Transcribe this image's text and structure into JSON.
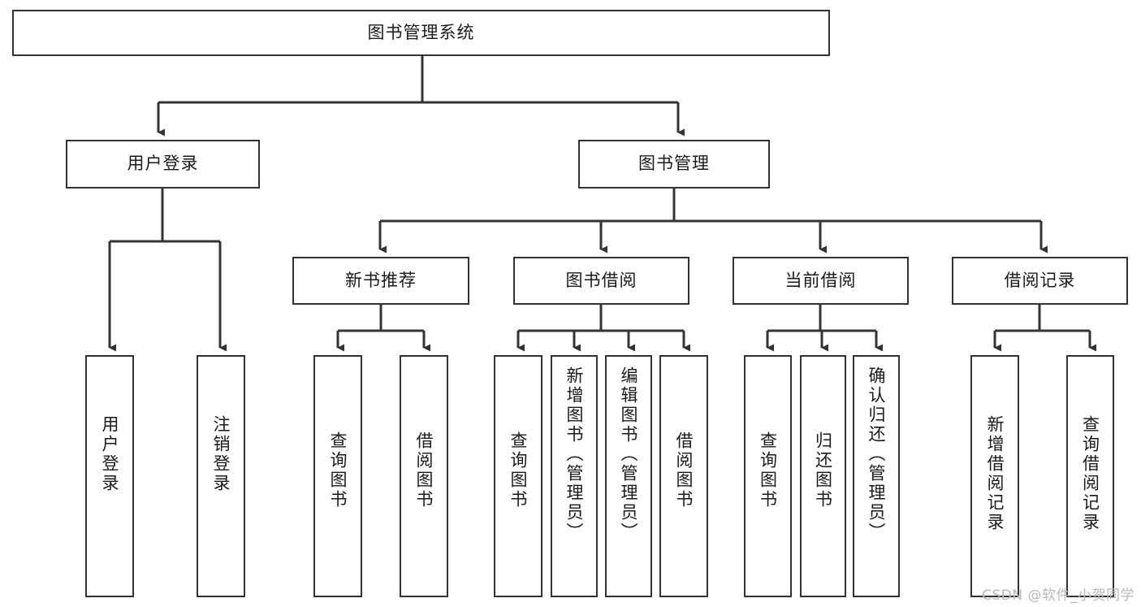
{
  "diagram": {
    "title": "图书管理系统",
    "type": "tree-hierarchy",
    "background_color": "#ffffff",
    "line_color": "#333333",
    "box_fill": "#ffffff",
    "root": {
      "label": "图书管理系统"
    },
    "level2": [
      {
        "label": "用户登录"
      },
      {
        "label": "图书管理"
      }
    ],
    "level3": [
      {
        "label": "新书推荐"
      },
      {
        "label": "图书借阅"
      },
      {
        "label": "当前借阅"
      },
      {
        "label": "借阅记录"
      }
    ],
    "leaves": {
      "user_login": [
        {
          "label": "用户登录"
        },
        {
          "label": "注销登录"
        }
      ],
      "new_book_recommend": [
        {
          "label": "查询图书"
        },
        {
          "label": "借阅图书"
        }
      ],
      "book_borrow": [
        {
          "label": "查询图书"
        },
        {
          "label": "新增图书（管理员）"
        },
        {
          "label": "编辑图书（管理员）"
        },
        {
          "label": "借阅图书"
        }
      ],
      "current_borrow": [
        {
          "label": "查询图书"
        },
        {
          "label": "归还图书"
        },
        {
          "label": "确认归还（管理员）"
        }
      ],
      "borrow_record": [
        {
          "label": "新增借阅记录"
        },
        {
          "label": "查询借阅记录"
        }
      ]
    }
  },
  "watermark": {
    "text": "CSDN @软件_小贺同学"
  }
}
